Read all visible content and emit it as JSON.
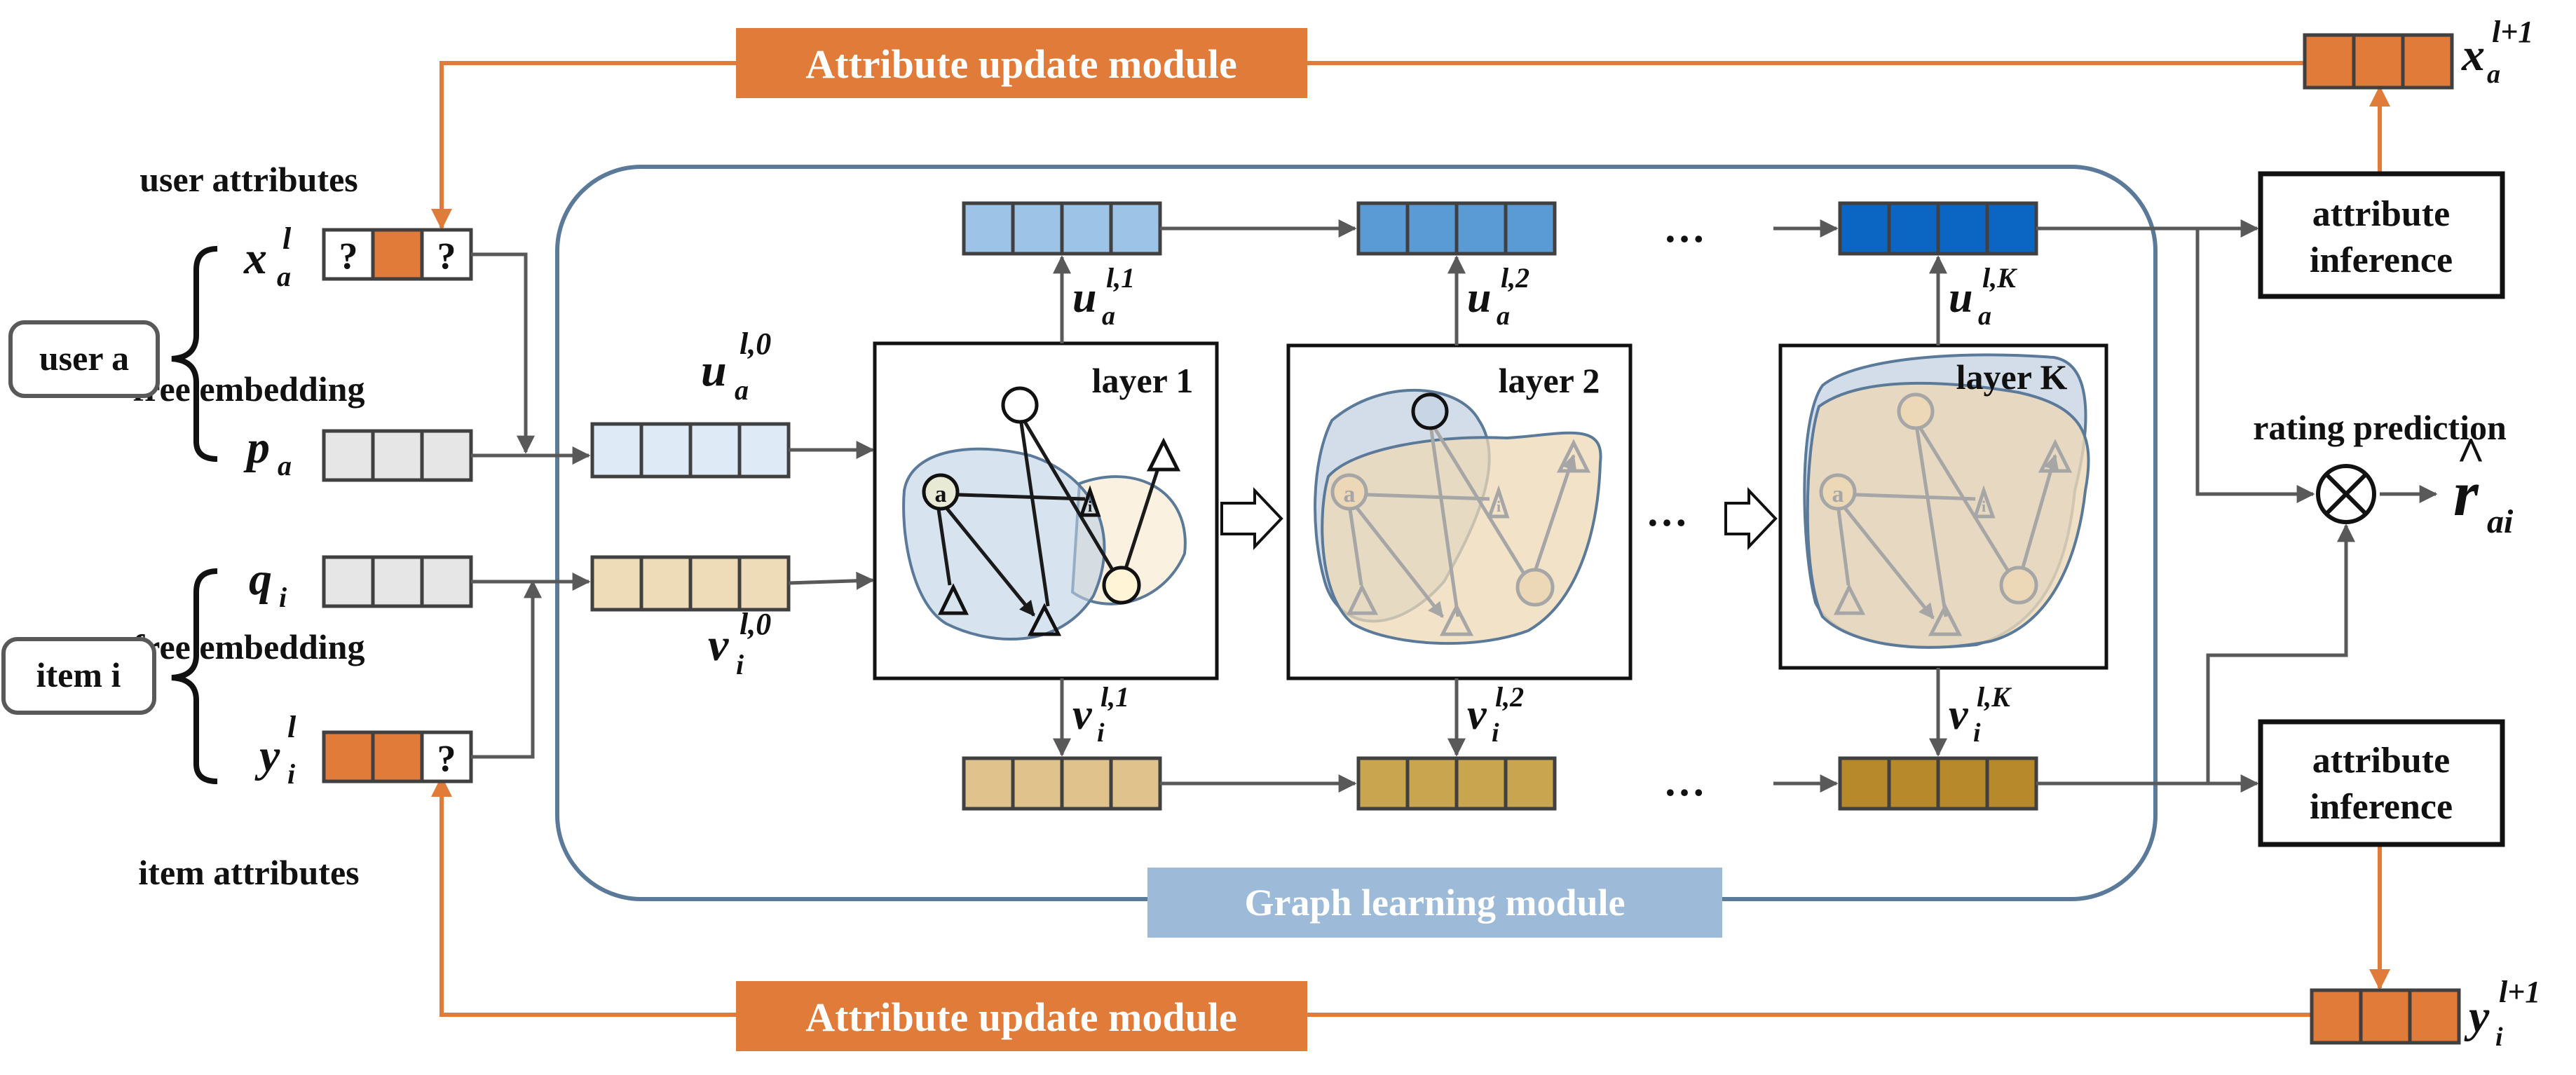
{
  "modules": {
    "attr_update_top": "Attribute update module",
    "attr_update_bottom": "Attribute update module",
    "graph_learning": "Graph learning module"
  },
  "labels": {
    "user_attributes": "user attributes",
    "item_attributes": "item attributes",
    "user_a": "user a",
    "item_i": "item i",
    "free_embedding_user": "free embedding",
    "free_embedding_item": "free embedding",
    "attribute_inference_top_1": "attribute",
    "attribute_inference_top_2": "inference",
    "attribute_inference_bottom_1": "attribute",
    "attribute_inference_bottom_2": "inference",
    "rating_prediction": "rating prediction",
    "ellipsis_top": "…",
    "ellipsis_mid": "…",
    "ellipsis_bottom": "…"
  },
  "layers": {
    "layer1": "layer 1",
    "layer2": "layer 2",
    "layerK": "layer K",
    "node_a": "a",
    "node_i": "i"
  },
  "math": {
    "xa_base": "x",
    "xa_sub": "a",
    "xa_sup": "l",
    "pa_base": "p",
    "pa_sub": "a",
    "qi_base": "q",
    "qi_sub": "i",
    "yi_base": "y",
    "yi_sub": "i",
    "yi_sup": "l",
    "ua0_base": "u",
    "ua0_sub": "a",
    "ua0_sup": "l,0",
    "vi0_base": "v",
    "vi0_sub": "i",
    "vi0_sup": "l,0",
    "ua1_base": "u",
    "ua1_sub": "a",
    "ua1_sup": "l,1",
    "ua2_base": "u",
    "ua2_sub": "a",
    "ua2_sup": "l,2",
    "uaK_base": "u",
    "uaK_sub": "a",
    "uaK_sup": "l,K",
    "vi1_base": "v",
    "vi1_sub": "i",
    "vi1_sup": "l,1",
    "vi2_base": "v",
    "vi2_sub": "i",
    "vi2_sup": "l,2",
    "viK_base": "v",
    "viK_sub": "i",
    "viK_sup": "l,K",
    "xa_next_base": "x",
    "xa_next_sub": "a",
    "xa_next_sup": "l+1",
    "yi_next_base": "y",
    "yi_next_sub": "i",
    "yi_next_sup": "l+1",
    "r_base": "r",
    "r_hat": "^",
    "r_sub": "ai",
    "unknown_1": "?",
    "unknown_2": "?",
    "unknown_3": "?",
    "otimes": "⊗"
  },
  "colors": {
    "orange": "#e07b39",
    "gray_line": "#595959",
    "graph_border": "#5b7a99",
    "graph_label_bg": "#9dbbd8",
    "u0": "#deebf7",
    "u1": "#9dc3e6",
    "u2": "#5b9bd5",
    "uK": "#0b66c3",
    "v0": "#eedcb8",
    "v1": "#e0c38c",
    "v2": "#c9a54f",
    "vK": "#b8892a",
    "free": "#e7e6e6"
  }
}
